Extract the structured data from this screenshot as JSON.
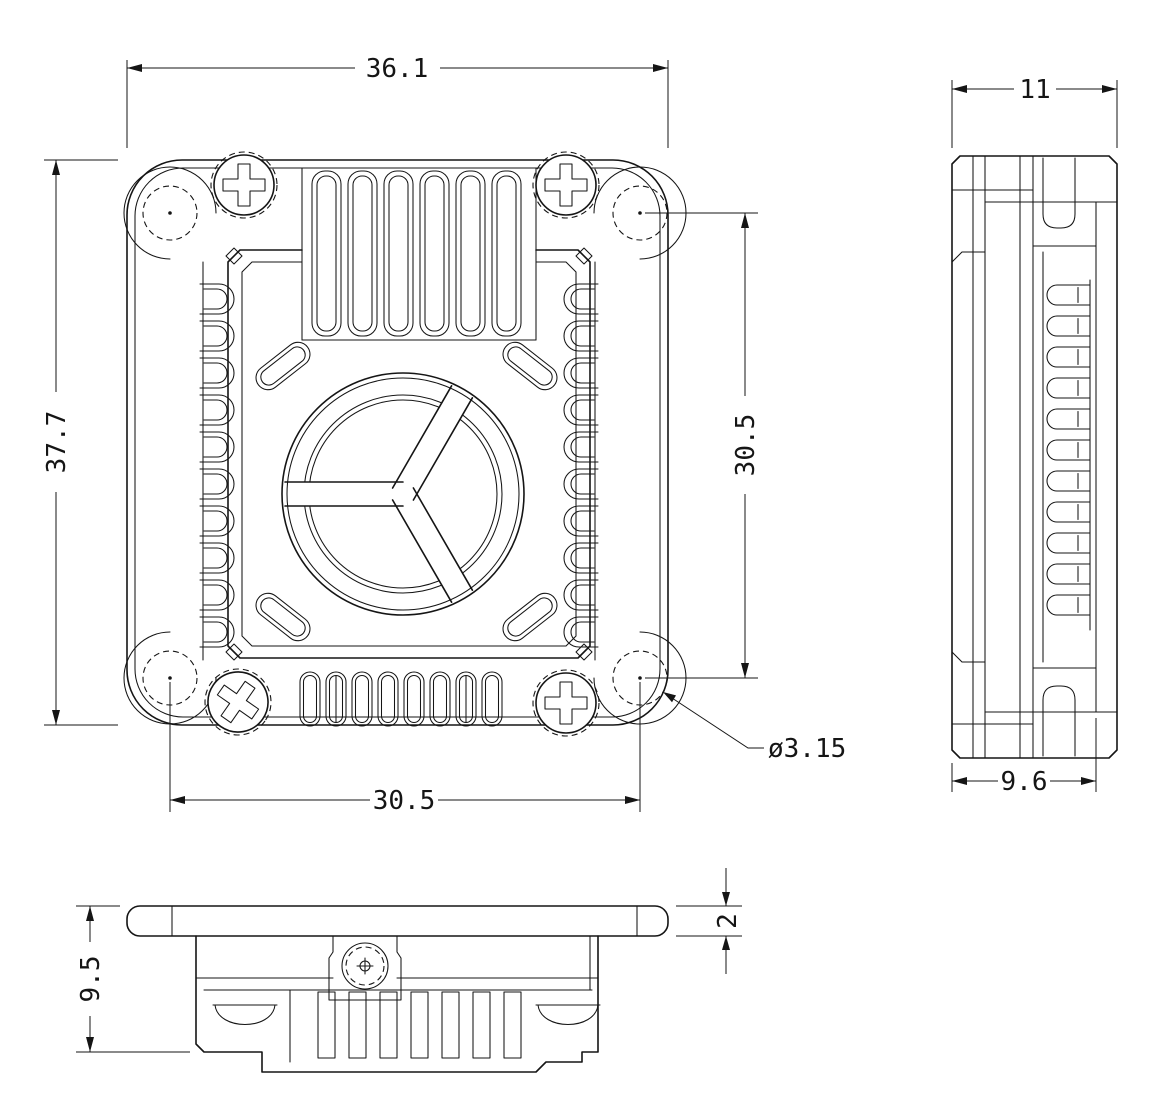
{
  "drawing": {
    "type": "mechanical-dimension-drawing",
    "background_color": "#ffffff",
    "line_color": "#151515",
    "views": {
      "front": {
        "label": "front-view-fan-heatsink",
        "dims": {
          "overall_width": "36.1",
          "overall_height": "37.7",
          "hole_pitch_vertical": "30.5",
          "hole_pitch_horizontal": "30.5",
          "hole_diameter": "ø3.15"
        }
      },
      "side": {
        "label": "side-view",
        "dims": {
          "overall_depth": "11",
          "body_depth": "9.6"
        }
      },
      "bottom": {
        "label": "bottom-view",
        "dims": {
          "overall_height": "9.5",
          "flange_thickness": "2"
        }
      }
    }
  }
}
